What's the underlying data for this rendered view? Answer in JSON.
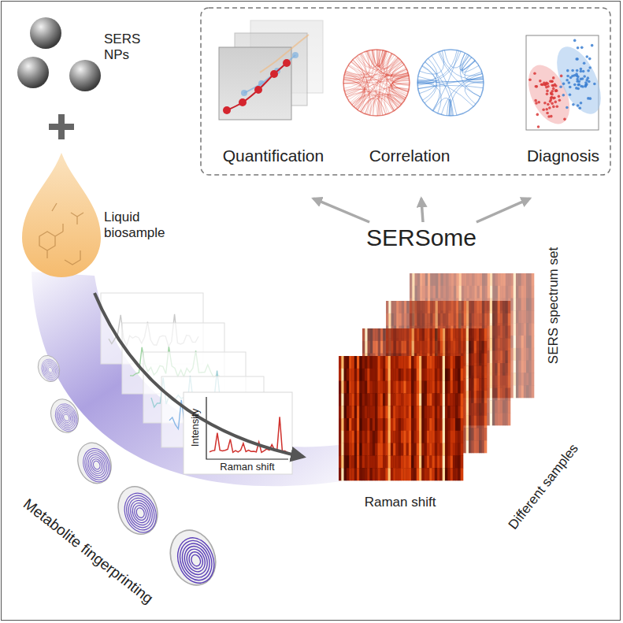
{
  "diagram": {
    "nodes": [
      {
        "text": [
          "Liquid biosample"
        ]
      },
      {
        "text": [
          "Quantification"
        ]
      },
      {
        "text": [
          "Correlation"
        ]
      },
      {
        "text": [
          "Diagnosis"
        ]
      },
      {
        "text": [
          "SERSome"
        ]
      }
    ],
    "edges": [
      {
        "from": 4,
        "to": 1,
        "arrow": "to"
      },
      {
        "from": 4,
        "to": 2,
        "arrow": "to"
      },
      {
        "from": 4,
        "to": 3,
        "arrow": "to"
      }
    ],
    "labels": [
      "SERS NPs",
      "Metabolite fingerprinting",
      "Intensity",
      "Raman shift",
      "SERS spectrum set",
      "Different samples",
      "Raman shift"
    ]
  }
}
